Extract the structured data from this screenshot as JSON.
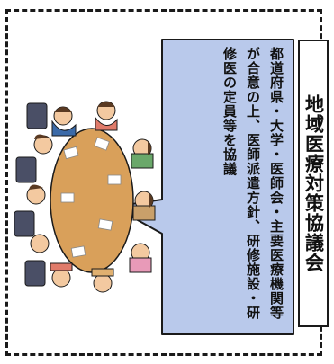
{
  "title": "地域医療対策協議会",
  "description": "都道府県・大学・医師会・主要医療機関等が合意の上、医師派遣方針、研修施設・研修医の定員等を協議",
  "colors": {
    "bubble_fill": "#b9c9eb",
    "border": "#1a1a1a",
    "table": "#d9a05a"
  },
  "illustration": "meeting-people-around-table"
}
